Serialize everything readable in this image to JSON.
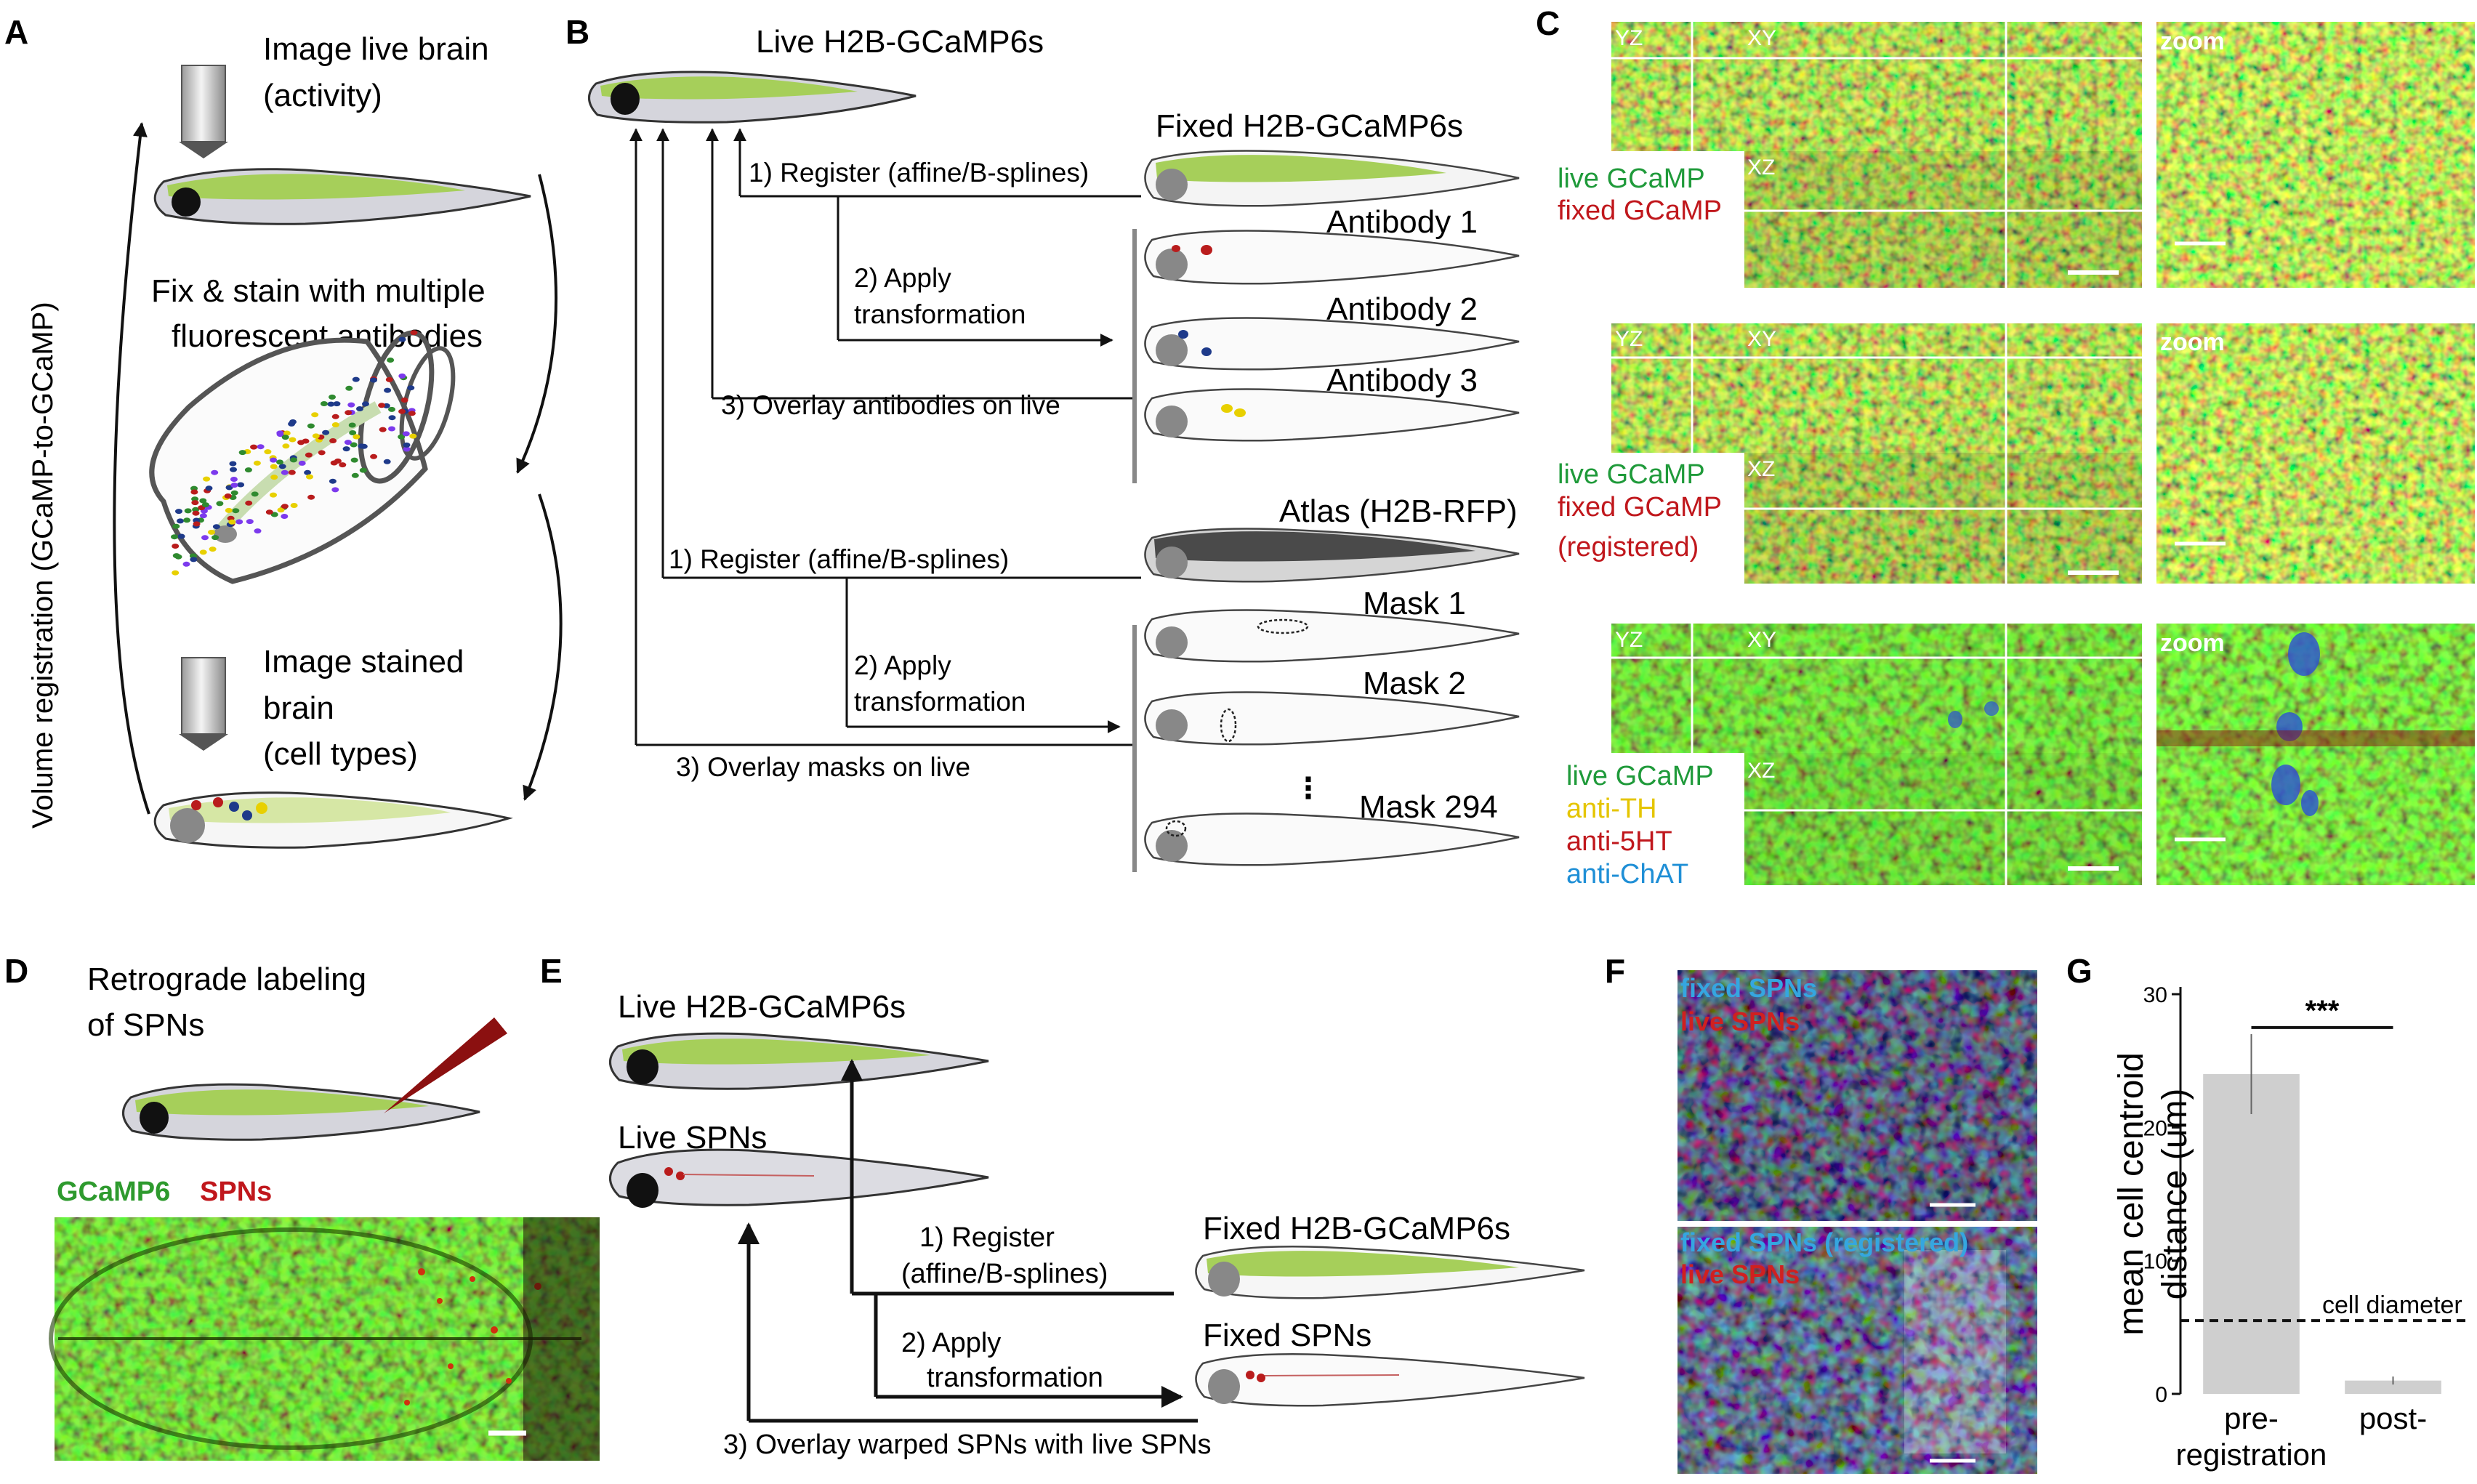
{
  "panel_letters": {
    "a": "A",
    "b": "B",
    "c": "C",
    "d": "D",
    "e": "E",
    "f": "F",
    "g": "G"
  },
  "panel_a": {
    "vertical_label": "Volume registration (GCaMP-to-GCaMP)",
    "step1_line1": "Image live brain",
    "step1_line2": "(activity)",
    "step2_line1": "Fix & stain with multiple",
    "step2_line2": "fluorescent antibodies",
    "step3_line1": "Image stained",
    "step3_line2": "brain",
    "step3_line3": "(cell types)"
  },
  "panel_b": {
    "live_title": "Live H2B-GCaMP6s",
    "fixed_title": "Fixed H2B-GCaMP6s",
    "register1": "1) Register (affine/B-splines)",
    "apply1_line1": "2) Apply",
    "apply1_line2": "transformation",
    "antibody1": "Antibody 1",
    "antibody2": "Antibody 2",
    "antibody3": "Antibody 3",
    "overlay_antibodies": "3) Overlay antibodies on live",
    "atlas_title": "Atlas (H2B-RFP)",
    "register2": "1) Register (affine/B-splines)",
    "apply2_line1": "2) Apply",
    "apply2_line2": "transformation",
    "mask1": "Mask 1",
    "mask2": "Mask 2",
    "mask_ellipsis": "⋮",
    "mask294": "Mask 294",
    "overlay_masks": "3) Overlay masks on live"
  },
  "panel_c": {
    "yz": "YZ",
    "xy": "XY",
    "xz": "XZ",
    "zoom": "zoom",
    "row1_legend": [
      "live GCaMP",
      "fixed GCaMP"
    ],
    "row2_legend": [
      "live GCaMP",
      "fixed GCaMP",
      "(registered)"
    ],
    "row3_legend": [
      "live GCaMP",
      "anti-TH",
      "anti-5HT",
      "anti-ChAT"
    ]
  },
  "panel_d": {
    "title_line1": "Retrograde labeling",
    "title_line2": "of SPNs",
    "label_gcamp": "GCaMP6",
    "label_spns": "SPNs"
  },
  "panel_e": {
    "live_gcamp": "Live H2B-GCaMP6s",
    "live_spns": "Live SPNs",
    "register_line1": "1) Register",
    "register_line2": "(affine/B-splines)",
    "fixed_gcamp": "Fixed H2B-GCaMP6s",
    "apply_line1": "2) Apply",
    "apply_line2": "transformation",
    "fixed_spns": "Fixed SPNs",
    "overlay": "3) Overlay warped SPNs with live SPNs"
  },
  "panel_f": {
    "top_fixed": "fixed SPNs",
    "top_live": "live SPNs",
    "bottom_fixed": "fixed SPNs (registered)",
    "bottom_live": "live SPNs"
  },
  "colors": {
    "gcamp_green": "#a6cf5a",
    "live_green_text": "#1f9a3a",
    "fixed_red_text": "#c0171c",
    "th_yellow_text": "#e5c500",
    "chat_blue_text": "#1f8fd6",
    "fixed_spn_cyan": "#35a6e0",
    "bar_gray": "#cfcfcf"
  },
  "chart_data": {
    "type": "bar",
    "categories": [
      "pre-\nregistration",
      "post-\nregistration"
    ],
    "category_labels": [
      {
        "line1": "pre-",
        "line2": "registration"
      },
      {
        "line1": "post-",
        "line2": ""
      }
    ],
    "values": [
      24,
      1
    ],
    "errors": [
      3,
      0.3
    ],
    "ylabel_line1": "mean cell centroid",
    "ylabel_line2": "distance (um)",
    "ylim": [
      0,
      30
    ],
    "yticks": [
      0,
      10,
      20,
      30
    ],
    "reference_line": {
      "value": 5.5,
      "label": "cell diameter"
    },
    "significance": "***"
  }
}
